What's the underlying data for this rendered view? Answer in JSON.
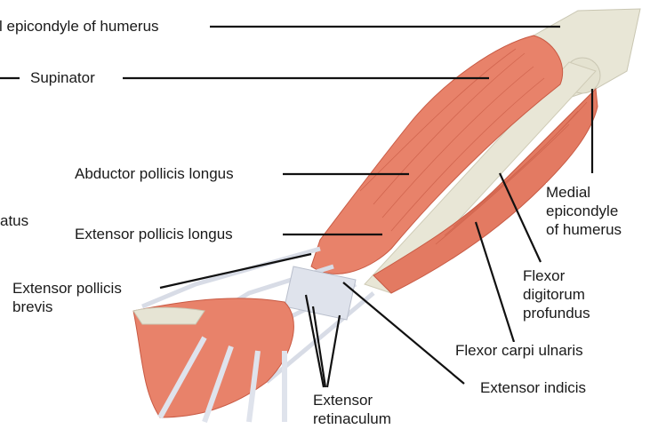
{
  "diagram": {
    "labels": {
      "lateral_epicondyle": "l epicondyle of humerus",
      "supinator": "Supinator",
      "abductor_pollicis_longus": "Abductor pollicis longus",
      "atus": "atus",
      "extensor_pollicis_longus": "Extensor pollicis longus",
      "extensor_pollicis_brevis": [
        "Extensor pollicis",
        "brevis"
      ],
      "medial_epicondyle": [
        "Medial",
        "epicondyle",
        "of humerus"
      ],
      "flexor_digitorum_profundus": [
        "Flexor",
        "digitorum",
        "profundus"
      ],
      "flexor_carpi_ulnaris": "Flexor carpi ulnaris",
      "extensor_indicis": "Extensor indicis",
      "extensor_retinaculum": [
        "Extensor",
        "retinaculum"
      ]
    },
    "colors": {
      "muscle": "#e8826a",
      "muscle_dark": "#c85a44",
      "bone": "#e6e4d4",
      "tendon": "#dfe3ec",
      "leader_line": "#111111",
      "text": "#1a1a1a"
    }
  }
}
